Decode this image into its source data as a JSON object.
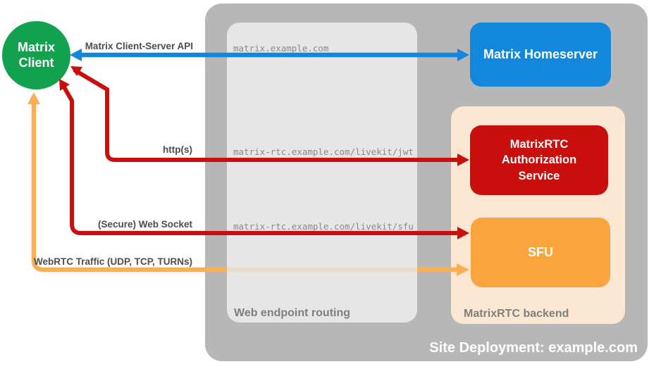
{
  "site": {
    "label": "Site Deployment: example.com"
  },
  "routing": {
    "label": "Web endpoint routing",
    "routes": [
      "matrix.example.com",
      "matrix-rtc.example.com/livekit/jwt",
      "matrix-rtc.example.com/livekit/sfu"
    ]
  },
  "backend": {
    "label": "MatrixRTC backend"
  },
  "nodes": {
    "client": {
      "label": "Matrix Client",
      "color": "#12a24f"
    },
    "homeserver": {
      "label": "Matrix Homeserver",
      "color": "#1287db"
    },
    "auth": {
      "label": "MatrixRTC Authorization Service",
      "color": "#c90e0e"
    },
    "sfu": {
      "label": "SFU",
      "color": "#f9a53f"
    }
  },
  "connections": {
    "client_server_api": {
      "label": "Matrix Client-Server API",
      "color": "#1287db"
    },
    "https": {
      "label": "http(s)",
      "color": "#c90e0e"
    },
    "websocket": {
      "label": "(Secure) Web Socket",
      "color": "#c90e0e"
    },
    "webrtc": {
      "label": "WebRTC Traffic (UDP, TCP, TURNs)",
      "color": "#fbae52"
    }
  }
}
